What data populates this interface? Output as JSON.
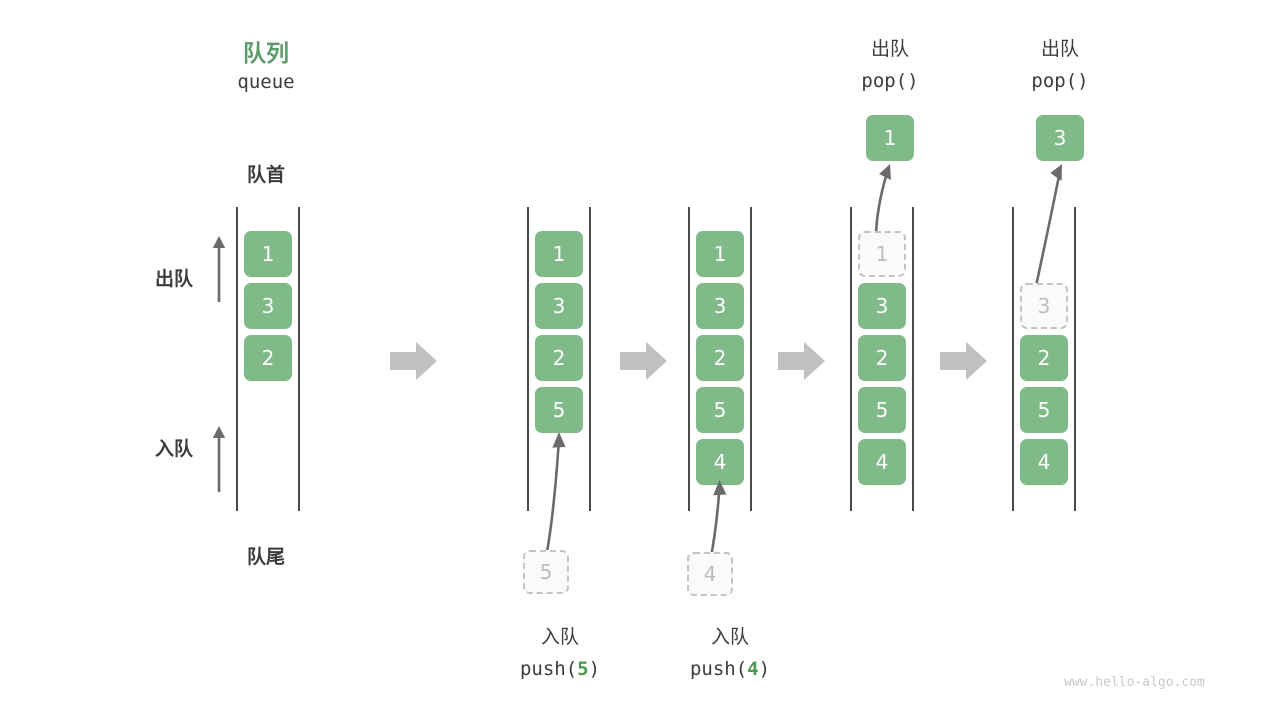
{
  "diagram": {
    "title_cn": "队列",
    "title_en": "queue",
    "front_label": "队首",
    "rear_label": "队尾",
    "dequeue_label": "出队",
    "enqueue_label": "入队",
    "watermark": "www.hello-algo.com",
    "colors": {
      "accent_green": "#7fba88",
      "title_green": "#5d9c6a",
      "code_green": "#4e9a51",
      "rail_gray": "#4a4a4a",
      "ghost_gray": "#c4c4c4",
      "arrow_gray": "#c0c0c0",
      "thin_arrow_gray": "#6b6b6b",
      "text_dark": "#3c3c3c"
    }
  },
  "panels": [
    {
      "id": "panel-initial",
      "cells": [
        "1",
        "3",
        "2"
      ],
      "ghost_index": -1,
      "top_label_cn": "",
      "top_label_code": "",
      "popped_value": "",
      "bottom_label_cn": "",
      "bottom_label_code": "",
      "pushed_value": ""
    },
    {
      "id": "panel-push-5",
      "cells": [
        "1",
        "3",
        "2",
        "5"
      ],
      "ghost_index": -1,
      "top_label_cn": "",
      "top_label_code": "",
      "popped_value": "",
      "bottom_label_cn": "入队",
      "bottom_label_code_prefix": "push(",
      "bottom_label_code_num": "5",
      "bottom_label_code_suffix": ")",
      "pushed_value": "5"
    },
    {
      "id": "panel-push-4",
      "cells": [
        "1",
        "3",
        "2",
        "5",
        "4"
      ],
      "ghost_index": -1,
      "top_label_cn": "",
      "top_label_code": "",
      "popped_value": "",
      "bottom_label_cn": "入队",
      "bottom_label_code_prefix": "push(",
      "bottom_label_code_num": "4",
      "bottom_label_code_suffix": ")",
      "pushed_value": "4"
    },
    {
      "id": "panel-pop-1",
      "cells": [
        "1",
        "3",
        "2",
        "5",
        "4"
      ],
      "ghost_index": 0,
      "top_label_cn": "出队",
      "top_label_code": "pop()",
      "popped_value": "1",
      "bottom_label_cn": "",
      "bottom_label_code": "",
      "pushed_value": ""
    },
    {
      "id": "panel-pop-3",
      "cells": [
        "3",
        "2",
        "5",
        "4"
      ],
      "ghost_index": 0,
      "ghost_row_offset": 1,
      "top_label_cn": "出队",
      "top_label_code": "pop()",
      "popped_value": "3",
      "bottom_label_cn": "",
      "bottom_label_code": "",
      "pushed_value": ""
    }
  ],
  "transition_arrows": [
    {
      "name": "arrow-1"
    },
    {
      "name": "arrow-2"
    },
    {
      "name": "arrow-3"
    },
    {
      "name": "arrow-4"
    }
  ]
}
